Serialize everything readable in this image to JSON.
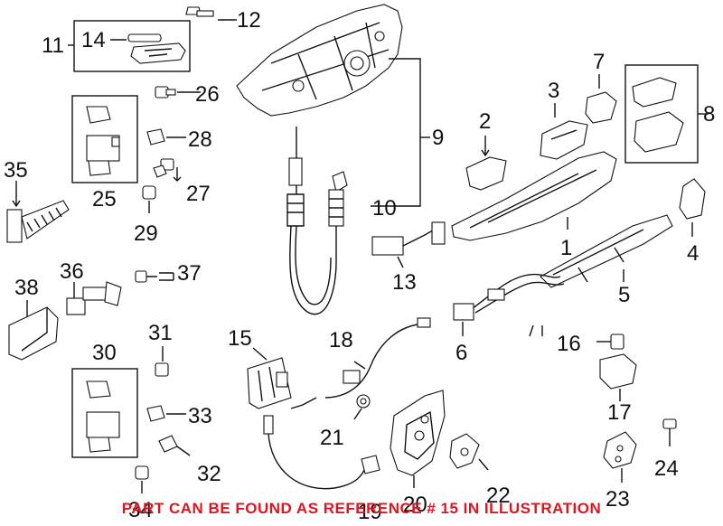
{
  "labels": {
    "n1": "1",
    "n2": "2",
    "n3": "3",
    "n4": "4",
    "n5": "5",
    "n6": "6",
    "n7": "7",
    "n8": "8",
    "n9": "9",
    "n10": "10",
    "n11": "11",
    "n12": "12",
    "n13": "13",
    "n14": "14",
    "n15": "15",
    "n16": "16",
    "n17": "17",
    "n18": "18",
    "n19": "19",
    "n20": "20",
    "n21": "21",
    "n22": "22",
    "n23": "23",
    "n24": "24",
    "n25": "25",
    "n26": "26",
    "n27": "27",
    "n28": "28",
    "n29": "29",
    "n30": "30",
    "n31": "31",
    "n32": "32",
    "n33": "33",
    "n34": "34",
    "n35": "35",
    "n36": "36",
    "n37": "37",
    "n38": "38"
  },
  "notice": "PART CAN BE FOUND AS REFERENCE # 15 IN ILLUSTRATION",
  "colors": {
    "line": "#111111",
    "notice": "#e0141e",
    "background": "#ffffff"
  }
}
